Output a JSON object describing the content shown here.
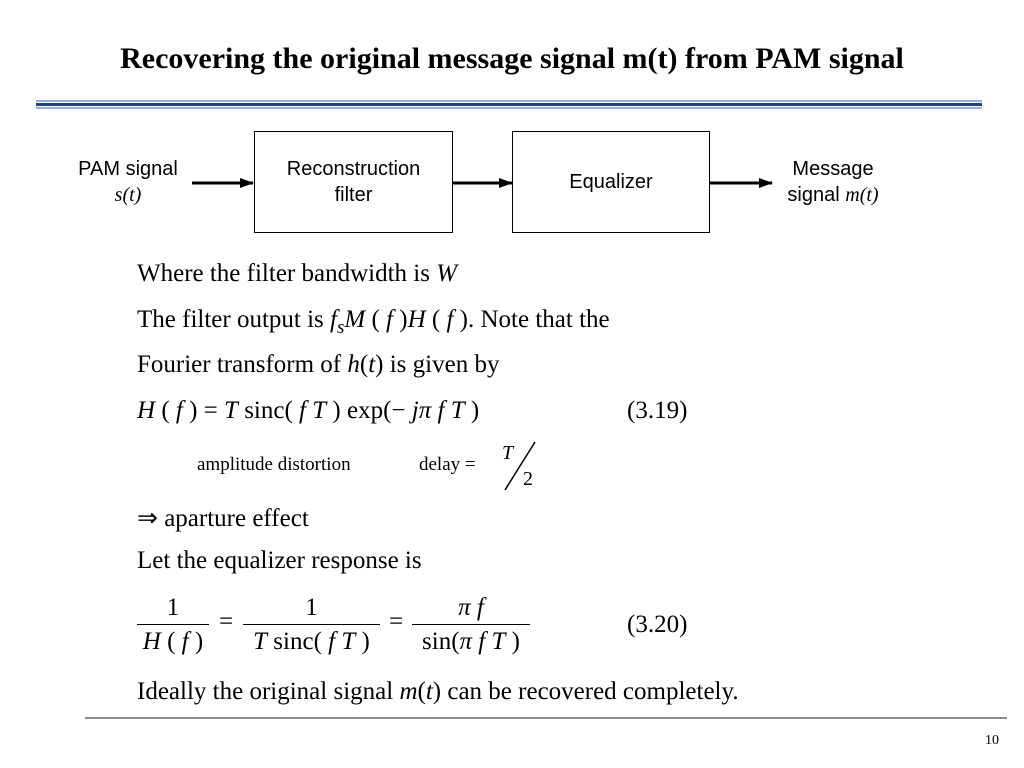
{
  "slide": {
    "title": "Recovering the original message signal m(t) from PAM signal",
    "page_number": "10"
  },
  "diagram": {
    "input_label": "PAM signal",
    "input_signal": "s(t)",
    "block1": "Reconstruction filter",
    "block2": "Equalizer",
    "output_label_1": "Message",
    "output_label_2": "signal",
    "output_signal": "m(t)"
  },
  "text": {
    "line1_a": "Where the filter bandwidth  is",
    "line1_w": "W",
    "line2_a": "The filter output is ",
    "line2_b": ". Note that the",
    "line3_a": "Fourier transform of ",
    "line3_b": " is given by",
    "eq319_no": "(3.19)",
    "amp_distortion": "amplitude  distortion",
    "delay": "delay",
    "aparture": "aparture effect",
    "equalizer_line": "Let the equalizer response is",
    "eq320_no": "(3.20)",
    "ideal_a": "Ideally the original signal ",
    "ideal_b": " can be recovered completely."
  }
}
